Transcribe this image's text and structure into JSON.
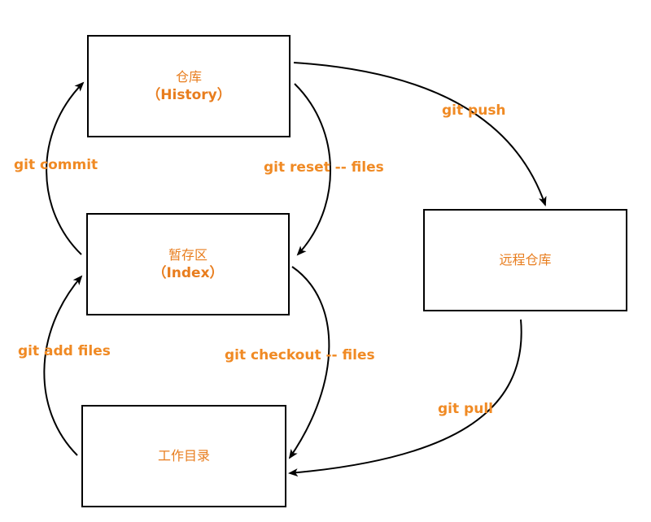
{
  "boxes": {
    "history": {
      "title": "仓库",
      "subtitle": "（History）"
    },
    "index": {
      "title": "暂存区",
      "subtitle": "（Index）"
    },
    "workdir": {
      "title": "工作目录"
    },
    "remote": {
      "title": "远程仓库"
    }
  },
  "edges": {
    "commit": "git commit",
    "reset": "git reset -- files",
    "push": "git push",
    "add": "git add files",
    "checkout": "git checkout -- files",
    "pull": "git pull"
  },
  "colors": {
    "label": "#f08a24",
    "box_text": "#e87d1e",
    "line": "#000000"
  }
}
